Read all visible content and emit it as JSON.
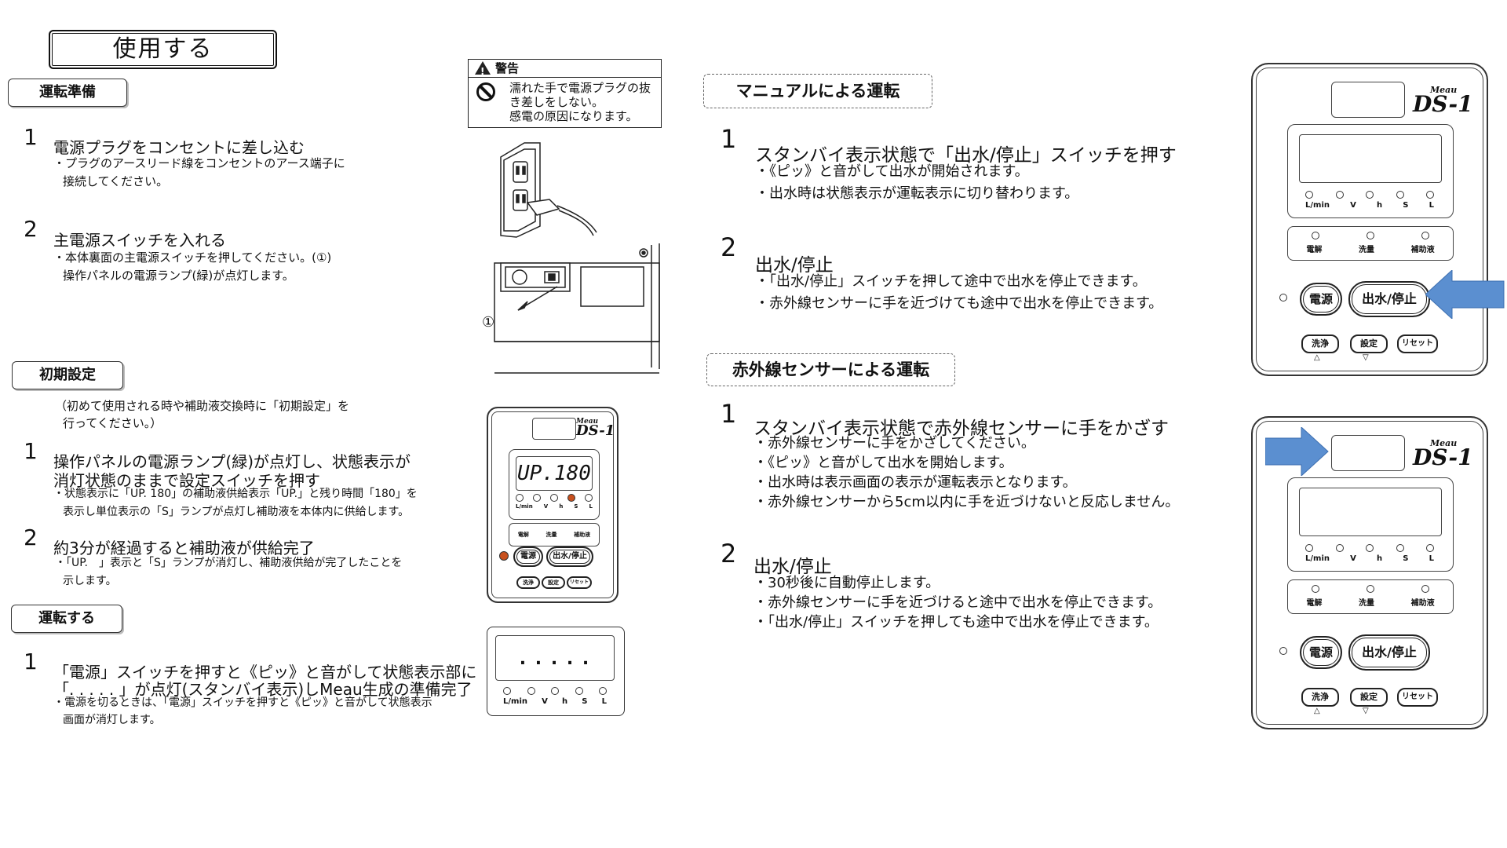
{
  "title": "使用する",
  "left": {
    "prep": {
      "heading": "運転準備",
      "step1": {
        "num": "1",
        "main": "電源プラグをコンセントに差し込む",
        "sub1": "・プラグのアースリード線をコンセントのアース端子に",
        "sub2": "接続してください。"
      },
      "step2": {
        "num": "2",
        "main": "主電源スイッチを入れる",
        "sub1": "・本体裏面の主電源スイッチを押してください。(①)",
        "sub2": "操作パネルの電源ランプ(緑)が点灯します。"
      }
    },
    "init": {
      "heading": "初期設定",
      "note1": "（初めて使用される時や補助液交換時に「初期設定」を",
      "note2": "行ってください。）",
      "step1": {
        "num": "1",
        "main1": "操作パネルの電源ランプ(緑)が点灯し、状態表示が",
        "main2": "消灯状態のままで設定スイッチを押す",
        "sub1": "・状態表示に「UP. 180」の補助液供給表示「UP.」と残り時間「180」を",
        "sub2": "表示し単位表示の「S」ランプが点灯し補助液を本体内に供給します。"
      },
      "step2": {
        "num": "2",
        "main": "約3分が経過すると補助液が供給完了",
        "sub1": "・「UP.　」表示と「S」ランプが消灯し、補助液供給が完了したことを",
        "sub2": "示します。"
      }
    },
    "run": {
      "heading": "運転する",
      "step1": {
        "num": "1",
        "main1": "「電源」スイッチを押すと《ピッ》と音がして状態表示部に",
        "main2": "「. . . . . 」が点灯(スタンバイ表示)しMeau生成の準備完了",
        "sub1": "・電源を切るときは、「電源」スイッチを押すと《ピッ》と音がして状態表示",
        "sub2": "画面が消灯します。"
      }
    }
  },
  "warning": {
    "header": "警告",
    "line1": "濡れた手で電源プラグの抜",
    "line2": "き差しをしない。",
    "line3": "感電の原因になります。"
  },
  "figure_callout": "①",
  "right": {
    "manual": {
      "heading": "マニュアルによる運転",
      "step1": {
        "num": "1",
        "main": "スタンバイ表示状態で「出水/停止」スイッチを押す",
        "sub1": "・《ピッ》と音がして出水が開始されます。",
        "sub2": "・出水時は状態表示が運転表示に切り替わります。"
      },
      "step2": {
        "num": "2",
        "main": "出水/停止",
        "sub1": "・「出水/停止」スイッチを押して途中で出水を停止できます。",
        "sub2": "・赤外線センサーに手を近づけても途中で出水を停止できます。"
      }
    },
    "sensor": {
      "heading": "赤外線センサーによる運転",
      "step1": {
        "num": "1",
        "main": "スタンバイ表示状態で赤外線センサーに手をかざす",
        "sub1": "・赤外線センサーに手をかざしてください。",
        "sub2": "・《ピッ》と音がして出水を開始します。",
        "sub3": "・出水時は表示画面の表示が運転表示となります。",
        "sub4": "・赤外線センサーから5cm以内に手を近づけないと反応しません。"
      },
      "step2": {
        "num": "2",
        "main": "出水/停止",
        "sub1": "・30秒後に自動停止します。",
        "sub2": "・赤外線センサーに手を近づけると途中で出水を停止できます。",
        "sub3": "・「出水/停止」スイッチを押しても途中で出水を停止できます。"
      }
    }
  },
  "panel": {
    "brand_small": "Meau",
    "brand": "DS-1",
    "units": [
      "L/min",
      "V",
      "h",
      "S",
      "L"
    ],
    "status": [
      "電解",
      "洗量",
      "補助液"
    ],
    "power": "電源",
    "water": "出水/停止",
    "wash": "洗浄",
    "set": "設定",
    "reset": "リセット",
    "up": "△",
    "down": "▽",
    "lcd_small": "UP.180",
    "standby": ". . . . ."
  },
  "colors": {
    "arrow": "#5b8fd0",
    "lamp_on": "#c8501e"
  }
}
